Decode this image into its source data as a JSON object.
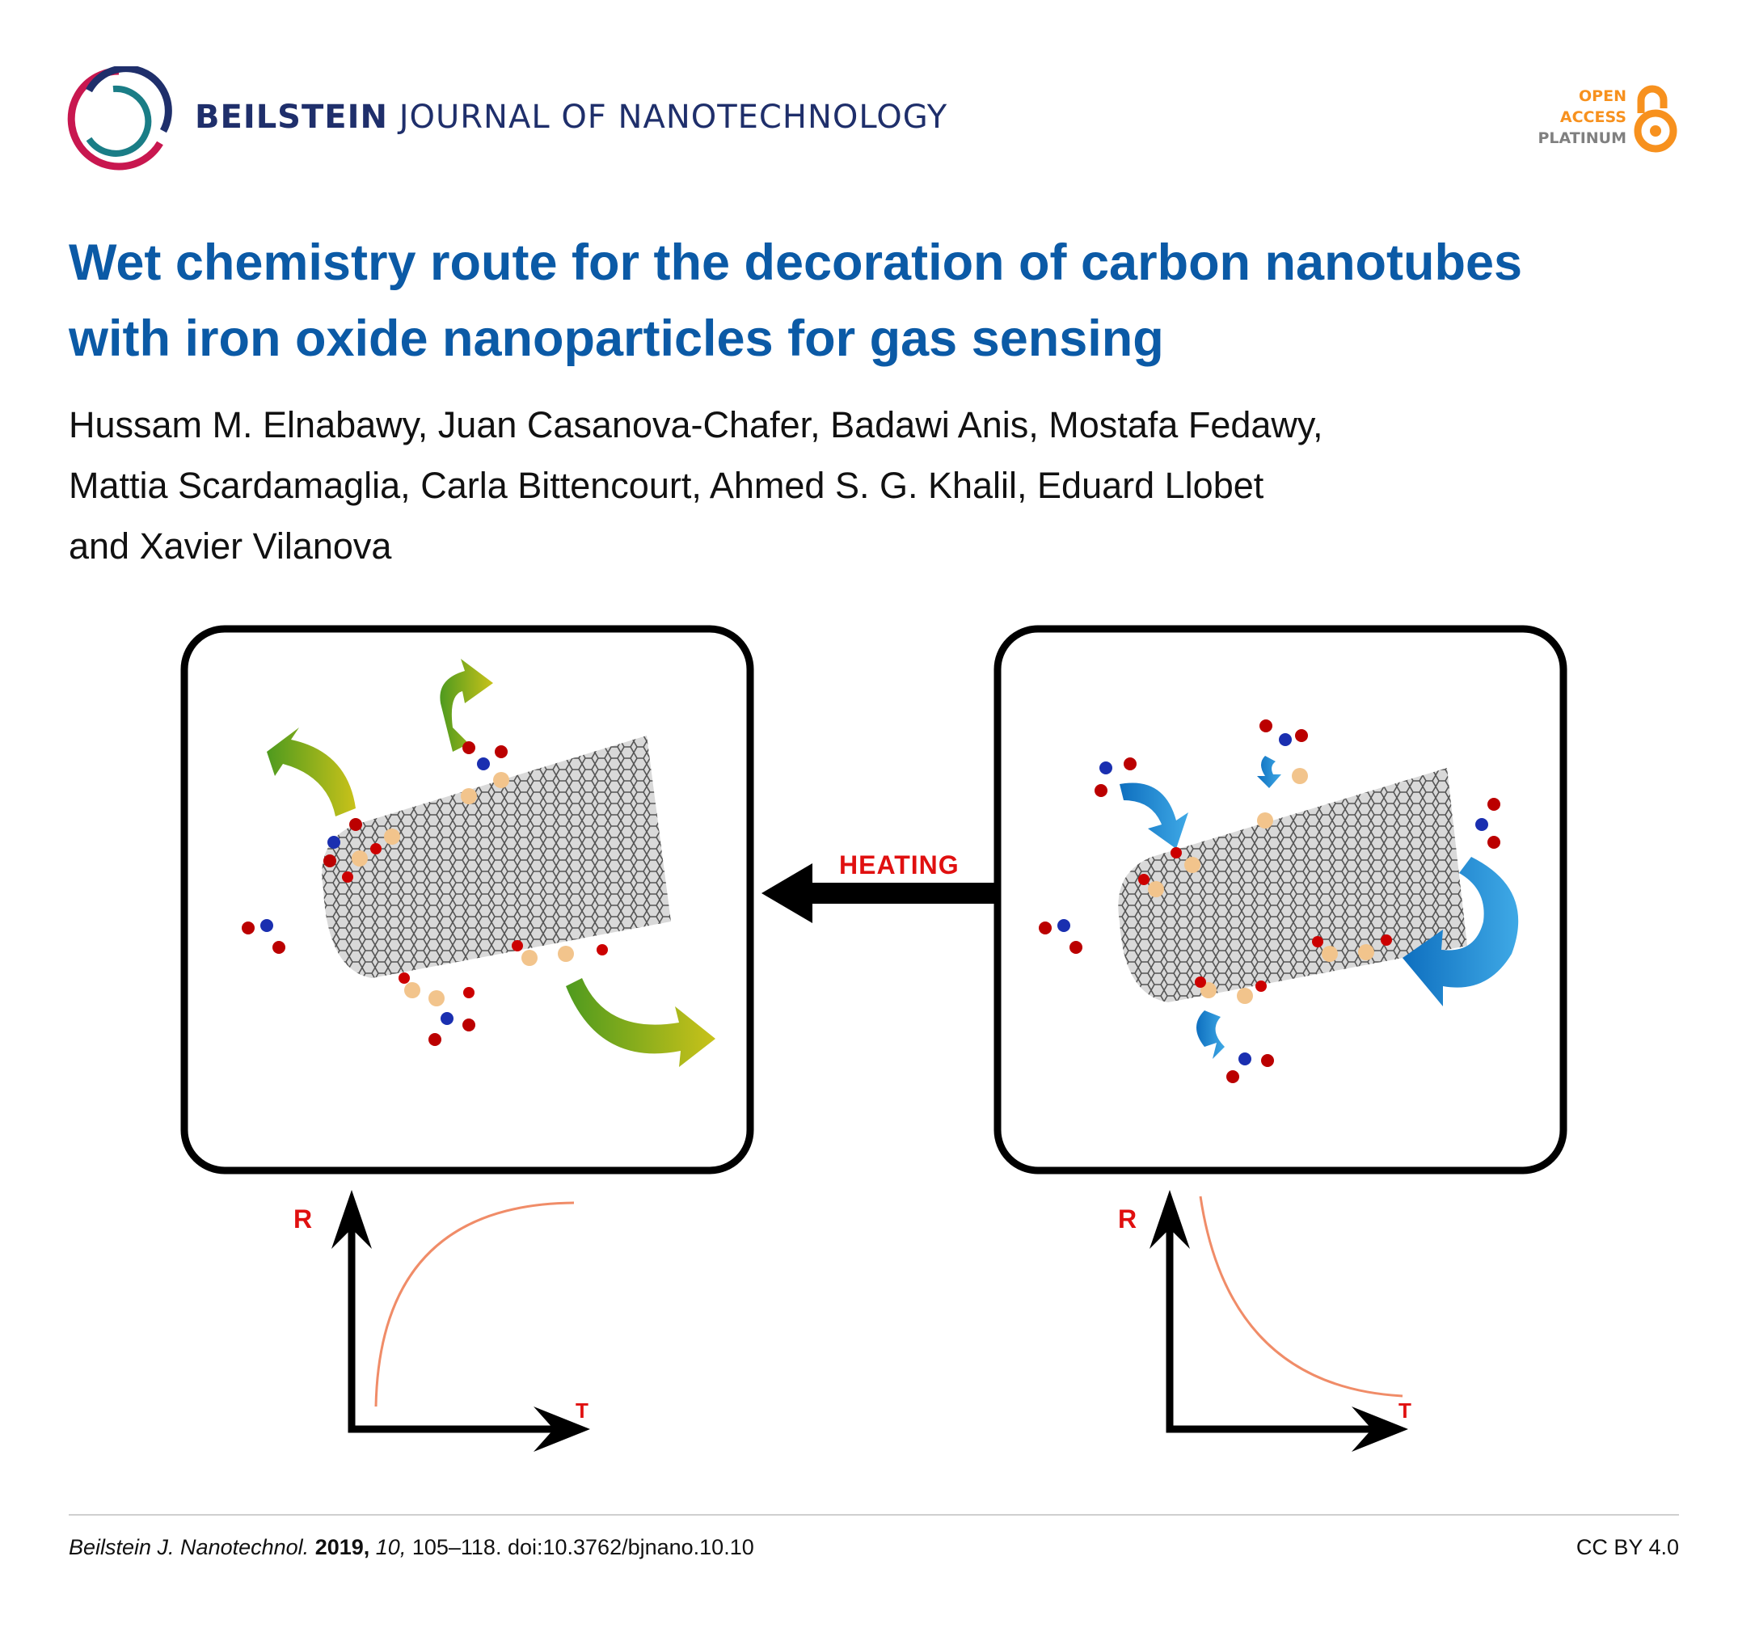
{
  "header": {
    "journal_bold": "BEILSTEIN",
    "journal_rest": "JOURNAL OF NANOTECHNOLOGY",
    "open_access": [
      "OPEN",
      "ACCESS",
      "PLATINUM"
    ],
    "brand_color": "#1f2f6b",
    "oa_color": "#f7911e"
  },
  "article": {
    "title_line1": "Wet chemistry route for the decoration of carbon nanotubes",
    "title_line2": "with iron oxide nanoparticles for gas sensing",
    "authors_line1": "Hussam M. Elnabawy, Juan Casanova-Chafer, Badawi Anis, Mostafa Fedawy,",
    "authors_line2": "Mattia Scardamaglia, Carla Bittencourt, Ahmed S. G. Khalil, Eduard Llobet",
    "authors_line3": "and Xavier Vilanova",
    "title_color": "#0b5aa6"
  },
  "figure": {
    "arrow_label": "HEATING",
    "left_plot": {
      "y_label": "R",
      "x_label": "T",
      "trend": "increasing"
    },
    "right_plot": {
      "y_label": "R",
      "x_label": "T",
      "trend": "decreasing"
    }
  },
  "footer": {
    "journal_abbrev": "Beilstein J. Nanotechnol.",
    "year": "2019,",
    "volume": "10,",
    "pages_doi": "105–118. doi:10.3762/bjnano.10.10",
    "license": "CC BY 4.0"
  }
}
